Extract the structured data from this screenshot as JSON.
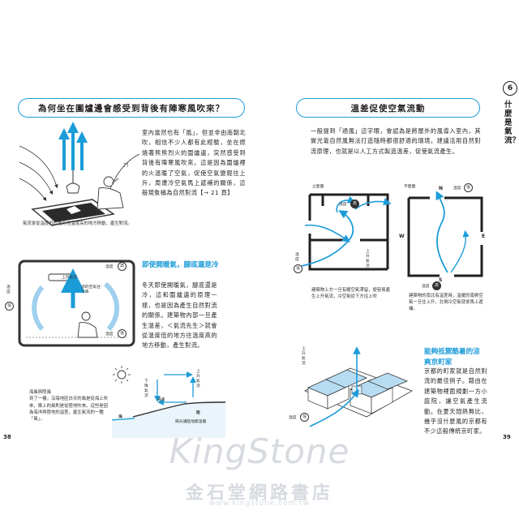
{
  "left_page": {
    "heading": "為何坐在圍爐邊會感受到背後有陣寒風吹來？",
    "intro_text": "室內當然也有「風」，但並非由南朝北吹，相信不少人都有此經驗，坐在燃燒著熊熊烈火的圍爐邊，突然感受到背後有陣寒風吹來。這是因為圍爐裡的火溫暖了空氣，促使空氣變輕往上升，周遭冷空氣馬上遞補的關係，這般現象稱為自然對流【→ 21 頁】",
    "irori_caption": "氣流會從溫度低的地方往溫度高的地方移動，產生對流。",
    "section2_heading": "即使開暖氣，腳底還是冷",
    "section2_text": "冬天即使開暖氣，腳底還是冷，這和圍爐邊的原理一樣，也是因為產生自然對流的關係。建築物內部一旦產生溫差，＜氣流先生＞就會從溫度低的地方往溫度高的地方移動，產生對流。",
    "room_labels": {
      "warm_air_rises": "上升氣流",
      "cool_air_sinks": "涼的空氣往下降",
      "temp_high": "溫度",
      "high": "高",
      "temp_low": "溫度",
      "low": "低",
      "temp_left": "溫度"
    },
    "sea_caption": "海風與陸風\n到了一樓，沿海地區白天的風是從海上吹來，晚上的風則是從陸地吹來。這些是因為海洋與陸地的溫差，產生氣流的一種「風」。",
    "sea_labels": {
      "downdraft": "下降氣流",
      "updraft": "上升氣流",
      "sea_breeze": "海風",
      "sea": "海",
      "land": "陸",
      "note": "陽光讓陸地變溫暖"
    },
    "page_number": "38",
    "icon_person_label": "?!"
  },
  "right_page": {
    "chapter_number": "6",
    "chapter_title": "什麼是氣流？",
    "heading": "溫差促使空氣流動",
    "intro_text": "一般提到「通風」這字眼，會認為是將屋外的風導入室內，其實光靠自然風無法打造隨時都很舒適的環境。建議活用自然對流原理，也就是以人工方式製造溫差，促使氣流產生。",
    "elevation_label": "立面圖",
    "plan_label": "平面圖",
    "elevation_caption": "建築物上方一旦有暖空氣滯留，便容易產生上升氣流，冷空氣從下方往上吹",
    "plan_caption": "建築物的南北有溫差時，溫暖的南側空氣一旦往上升，北側冷空氣就會馬上遞補。",
    "elevation_updraft": "上升氣流",
    "elevation_temp": "溫度",
    "compass": {
      "north": "N",
      "south": "S",
      "east": "E",
      "west": "W"
    },
    "plan_temp": "溫度",
    "kyoto_heading": "能夠抵禦酷暑的涼爽京町家",
    "kyoto_text": "京都的町家就是自然對流的最佳例子。藉由在建築物裡面規劃一方小庭院，讓空氣產生流動。在夏天悶熱無比，幾乎沒什麼風的京都有不少這般傳統京町家。",
    "kyoto_updraft": "上升氣流",
    "kyoto_temp": "溫度",
    "page_number": "39"
  },
  "watermark": {
    "brand": "KingStone",
    "name_cn": "金石堂網路書店",
    "url": "www.kingstone.com.tw"
  },
  "colors": {
    "accent_blue": "#1b9cd8",
    "light_blue": "#9fd0ee",
    "text": "#231f20",
    "watermark": "#d7dbe0"
  }
}
